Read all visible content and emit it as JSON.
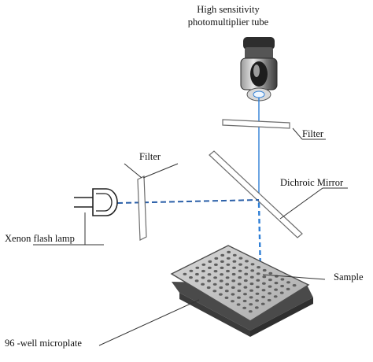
{
  "labels": {
    "pmt_line1": "High sensitivity",
    "pmt_line2": "photomultiplier tube",
    "filter_top": "Filter",
    "filter_left": "Filter",
    "dichroic_mirror": "Dichroic Mirror",
    "xenon_lamp": "Xenon  flash lamp",
    "sample": "Sample",
    "microplate": "96 -well microplate"
  },
  "microplate": {
    "rows": 8,
    "columns": 12
  },
  "colors": {
    "beam": "#2f7fd6",
    "optics_stroke": "#6d6d6d",
    "plate_body": "#5b5b5b",
    "plate_top": "#cfcfcf"
  }
}
